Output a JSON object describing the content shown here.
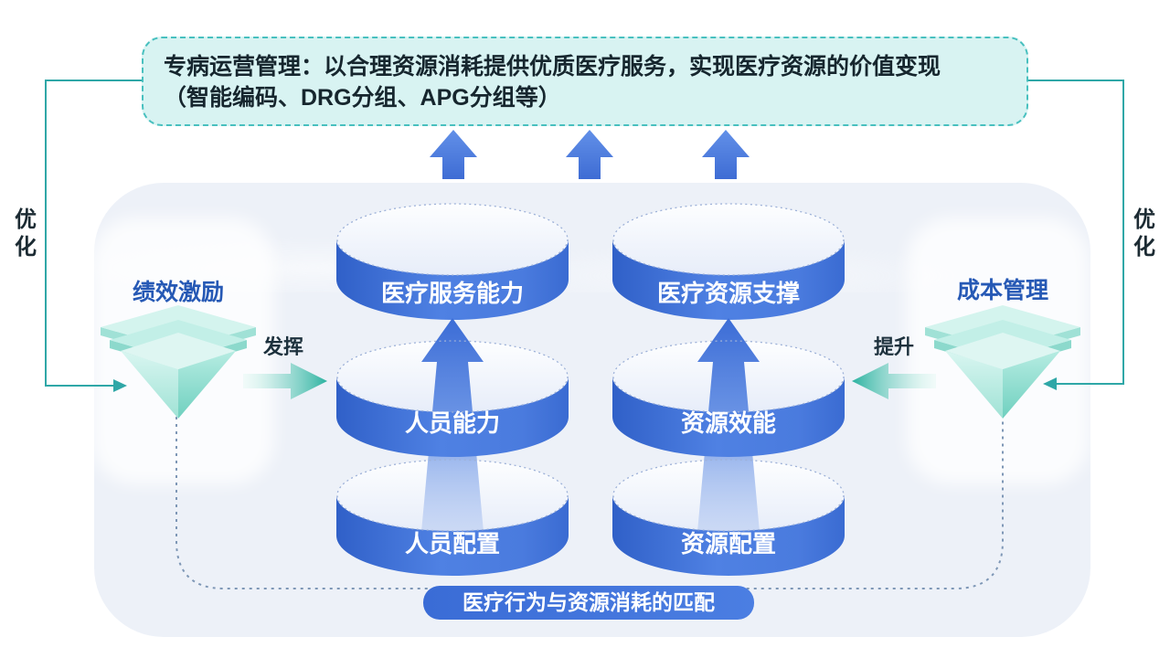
{
  "header_box": {
    "line1": "专病运营管理：以合理资源消耗提供优质医疗服务，实现医疗资源的价值变现",
    "line2": "（智能编码、DRG分组、APG分组等）"
  },
  "loops": {
    "left_label": "优化",
    "right_label": "优化"
  },
  "incentive": {
    "title": "绩效激励",
    "arrow_label": "发挥"
  },
  "cost": {
    "title": "成本管理",
    "arrow_label": "提升"
  },
  "capability_stack": {
    "levels": [
      "医疗服务能力",
      "人员能力",
      "人员配置"
    ]
  },
  "resource_stack": {
    "levels": [
      "医疗资源支撑",
      "资源效能",
      "资源配置"
    ]
  },
  "bottom_banner": "医疗行为与资源消耗的匹配",
  "colors": {
    "teal_line": "#2fa7a7",
    "dashed_loop": "#7e97b6",
    "cylinder_blue": "#3e6fd6",
    "panel_bg": "#edf1f8",
    "box_bg": "#d8f3f2",
    "box_border": "#48c0bf",
    "title_blue": "#2659b5",
    "banner_blue": "#3f72d9",
    "pyramid_teal": "#8fdccf"
  }
}
